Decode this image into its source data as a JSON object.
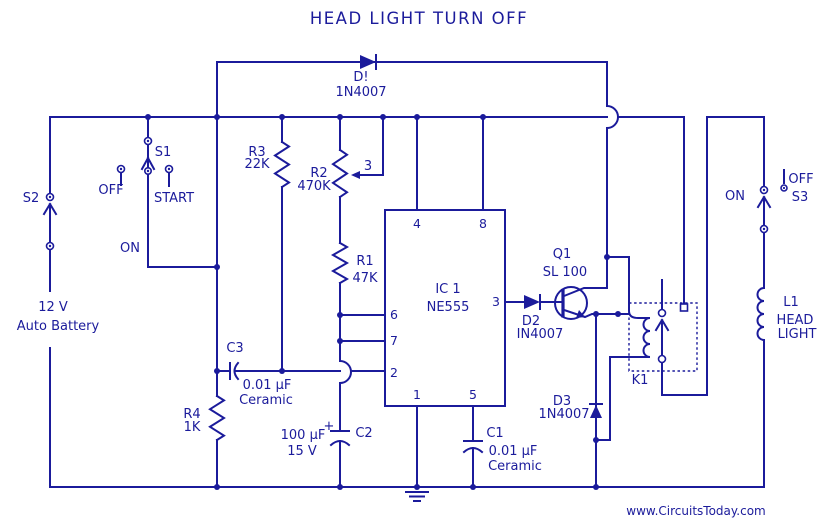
{
  "title": "HEAD LIGHT TURN OFF",
  "watermark": "www.CircuitsToday.com",
  "colors": {
    "ink": "#1b1b9b",
    "background": "#ffffff"
  },
  "battery": {
    "voltage": "12 V",
    "name": "Auto Battery"
  },
  "switches": {
    "s1": {
      "label": "S1",
      "off": "OFF",
      "start": "START",
      "on": "ON"
    },
    "s2": {
      "label": "S2"
    },
    "s3": {
      "label": "S3",
      "on": "ON",
      "off": "OFF"
    }
  },
  "resistors": {
    "r1": {
      "name": "R1",
      "value": "47K"
    },
    "r2": {
      "name": "R2",
      "value": "470K",
      "tap": "3"
    },
    "r3": {
      "name": "R3",
      "value": "22K"
    },
    "r4": {
      "name": "R4",
      "value": "1K"
    }
  },
  "capacitors": {
    "c1": {
      "name": "C1",
      "value": "0.01 μF",
      "type": "Ceramic"
    },
    "c2": {
      "name": "C2",
      "value": "100 μF",
      "rating": "15 V",
      "polarity": "+"
    },
    "c3": {
      "name": "C3",
      "value": "0.01 μF",
      "type": "Ceramic"
    }
  },
  "diodes": {
    "d1": {
      "name": "D!",
      "value": "1N4007"
    },
    "d2": {
      "name": "D2",
      "value": "IN4007"
    },
    "d3": {
      "name": "D3",
      "value": "1N4007"
    }
  },
  "transistor": {
    "name": "Q1",
    "value": "SL 100"
  },
  "ic": {
    "name": "IC 1",
    "part": "NE555",
    "pins": {
      "p1": "1",
      "p2": "2",
      "p3": "3",
      "p4": "4",
      "p5": "5",
      "p6": "6",
      "p7": "7",
      "p8": "8"
    }
  },
  "relay": {
    "name": "K1"
  },
  "headlight": {
    "name": "L1",
    "line1": "HEAD",
    "line2": "LIGHT"
  }
}
